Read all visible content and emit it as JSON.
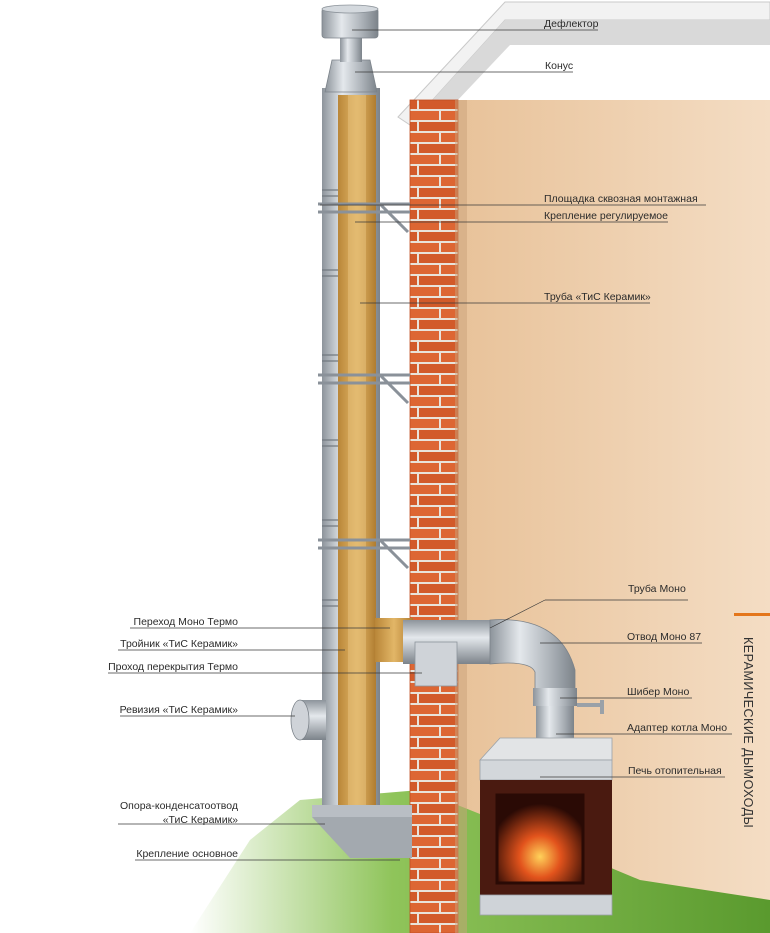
{
  "side_title": "КЕРАМИЧЕСКИЕ ДЫМОХОДЫ",
  "colors": {
    "accent": "#e4761b",
    "brick": "#d9612d",
    "wall": "#e9c49b",
    "steel": "#b7bdc4",
    "insulation": "#d6a658",
    "grass": "#6fae3c",
    "stove": "#4a1a10"
  },
  "labels": {
    "deflector": "Дефлектор",
    "cone": "Конус",
    "platform": "Площадка сквозная монтажная",
    "bracket": "Крепление регулируемое",
    "pipe_ceramic": "Труба «ТиС Керамик»",
    "pipe_mono": "Труба Моно",
    "transition": "Переход Моно Термо",
    "tee_line1": "Тройник «ТиС Керамик»",
    "bend": "Отвод Моно 87",
    "floor_pass": "Проход перекрытия Термо",
    "damper": "Шибер Моно",
    "revision": "Ревизия «ТиС Керамик»",
    "adapter": "Адаптер котла Моно",
    "stove": "Печь отопительная",
    "support_line1": "Опора-конденсатоотвод",
    "support_line2": "«ТиС Керамик»",
    "base_mount": "Крепление основное"
  }
}
